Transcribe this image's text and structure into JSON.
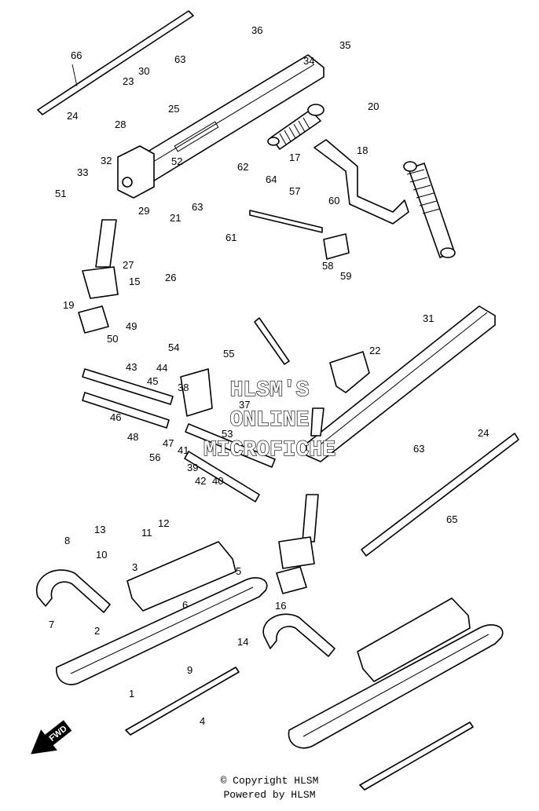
{
  "diagram": {
    "callouts": [
      "66",
      "63",
      "30",
      "23",
      "24",
      "25",
      "28",
      "32",
      "33",
      "51",
      "29",
      "21",
      "52",
      "20",
      "36",
      "35",
      "34",
      "17",
      "18",
      "62",
      "64",
      "57",
      "60",
      "61",
      "63b",
      "58",
      "59",
      "27",
      "26",
      "15",
      "19",
      "50",
      "49",
      "43",
      "44",
      "45",
      "38",
      "37",
      "46",
      "48",
      "47",
      "41",
      "39",
      "42",
      "40",
      "56",
      "53",
      "54",
      "55",
      "31",
      "22",
      "24b",
      "63c",
      "65",
      "12",
      "11",
      "3",
      "13",
      "8",
      "10",
      "5",
      "6",
      "7",
      "2",
      "1",
      "4",
      "9",
      "14",
      "16"
    ],
    "watermark": [
      "HLSM'S",
      "ONLINE",
      "MICROFICHE"
    ],
    "fwd_label": "FWD"
  },
  "footer": {
    "copyright": "© Copyright HLSM",
    "powered": "Powered by HLSM"
  }
}
